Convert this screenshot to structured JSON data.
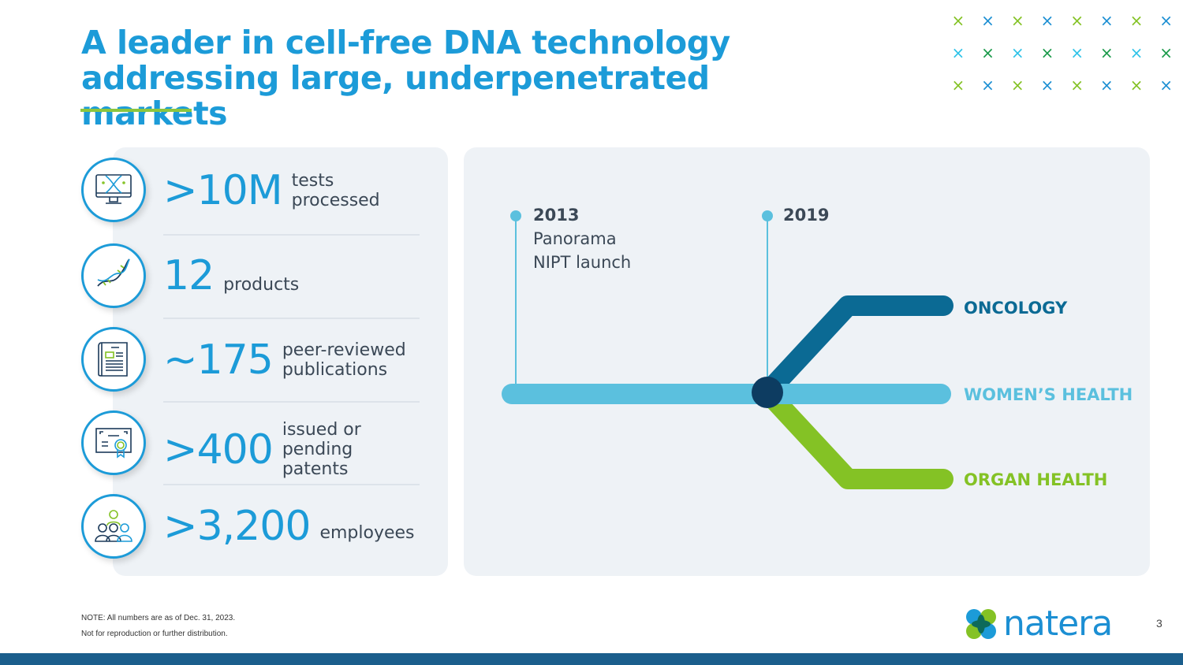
{
  "title": "A leader in cell-free DNA technology addressing large, underpenetrated markets",
  "stats": [
    {
      "value": ">10M",
      "label": "tests processed",
      "icon": "computer-dna-icon"
    },
    {
      "value": "12",
      "label": "products",
      "icon": "dna-helix-icon"
    },
    {
      "value": "~175",
      "label": "peer-reviewed publications",
      "icon": "publication-icon"
    },
    {
      "value": ">400",
      "label": "issued or pending patents",
      "icon": "certificate-icon"
    },
    {
      "value": ">3,200",
      "label": "employees",
      "icon": "people-icon"
    }
  ],
  "timeline": {
    "milestones": [
      {
        "year": "2013",
        "line1": "Panorama",
        "line2": "NIPT launch"
      },
      {
        "year": "2019"
      }
    ],
    "branches": [
      {
        "label": "ONCOLOGY",
        "color": "#0b6a94"
      },
      {
        "label": "WOMEN’S HEALTH",
        "color": "#5bc0de"
      },
      {
        "label": "ORGAN HEALTH",
        "color": "#84c225"
      }
    ]
  },
  "footer": {
    "note": "NOTE: All numbers are as of Dec. 31, 2023.",
    "disclaimer": "Not for reproduction or further distribution.",
    "logo": "natera",
    "page": "3"
  }
}
